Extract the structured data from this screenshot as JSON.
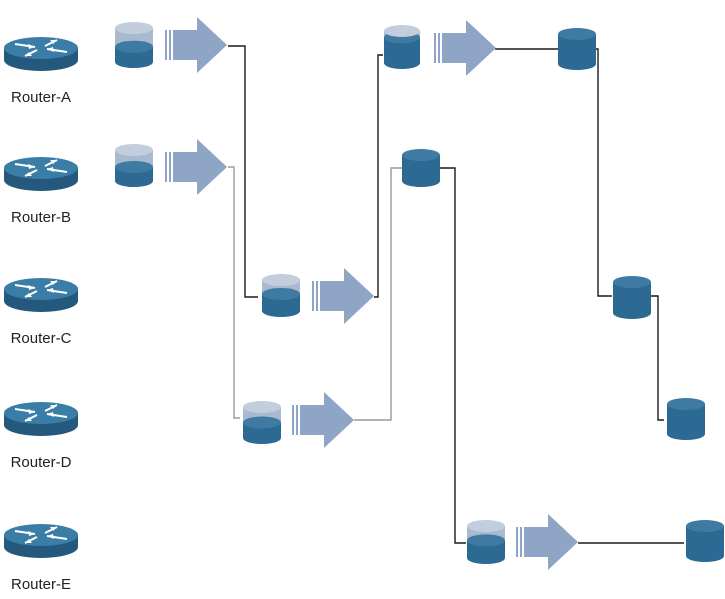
{
  "routers": [
    {
      "label": "Router-A"
    },
    {
      "label": "Router-B"
    },
    {
      "label": "Router-C"
    },
    {
      "label": "Router-D"
    },
    {
      "label": "Router-E"
    }
  ],
  "colors": {
    "router_fill": "#2c6a93",
    "router_top": "#3a7ea8",
    "queue_fill": "#2c6a93",
    "queue_empty": "#a9b9cf",
    "arrow": "#8fa5c6",
    "line_dark": "#1a1a1a",
    "line_light": "#9a9a9a"
  },
  "queue_levels": {
    "q1": 0.45,
    "q2": 0.45,
    "q3": 0.8,
    "q4": 0.55,
    "q5": 0.5,
    "q6": 0.55,
    "q7": 1,
    "q8": 1,
    "q9": 1,
    "q10": 1,
    "q11": 1
  }
}
